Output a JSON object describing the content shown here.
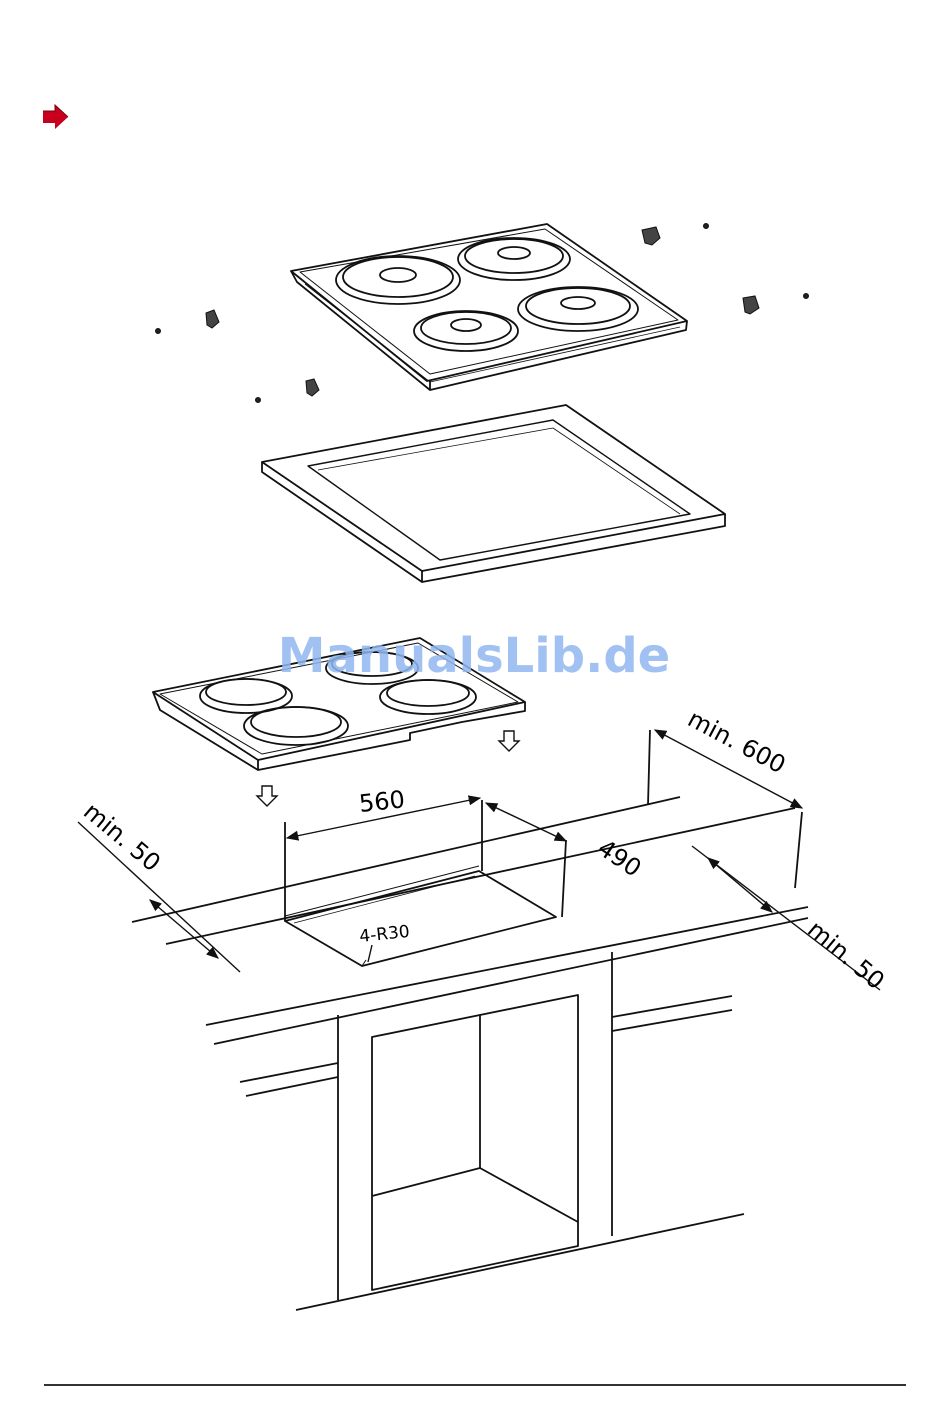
{
  "colors": {
    "line": "#111111",
    "arrow_bullet": "#c8001e",
    "watermark": "#8fb6ee"
  },
  "icons": {
    "bullet": "red-arrow-bullet-icon",
    "insert_arrow": "down-arrow-icon"
  },
  "watermark": {
    "text": "ManualsLib.de"
  },
  "dimensions": {
    "cutout_width": "560",
    "cutout_depth": "490",
    "corner_radius": "4-R30",
    "min_back": "min. 600",
    "min_left": "min. 50",
    "min_right": "min. 50"
  }
}
